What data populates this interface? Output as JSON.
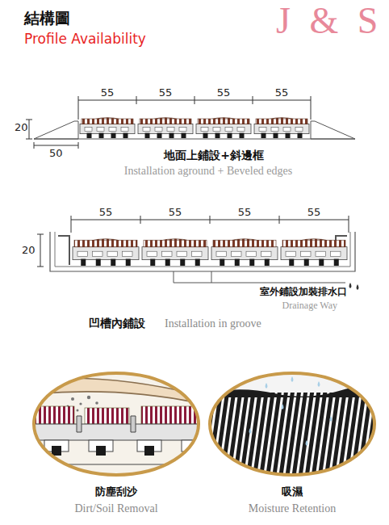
{
  "diagram": {
    "title": "結構圖",
    "nodes": [
      {
        "text": [
          "防塵刮沙",
          "Dirt/Soil Removal"
        ]
      },
      {
        "text": [
          "吸濕",
          "Moisture Retention"
        ]
      }
    ],
    "labels": [
      "Profile Availability",
      "J & S",
      "55",
      "55",
      "55",
      "55",
      "20",
      "50",
      "地面上鋪設+斜邊框",
      "Installation aground + Beveled edges",
      "55",
      "55",
      "55",
      "55",
      "20",
      "室外鋪設加裝排水口",
      "Drainage Way",
      "凹槽內鋪設",
      "Installation in groove"
    ]
  }
}
